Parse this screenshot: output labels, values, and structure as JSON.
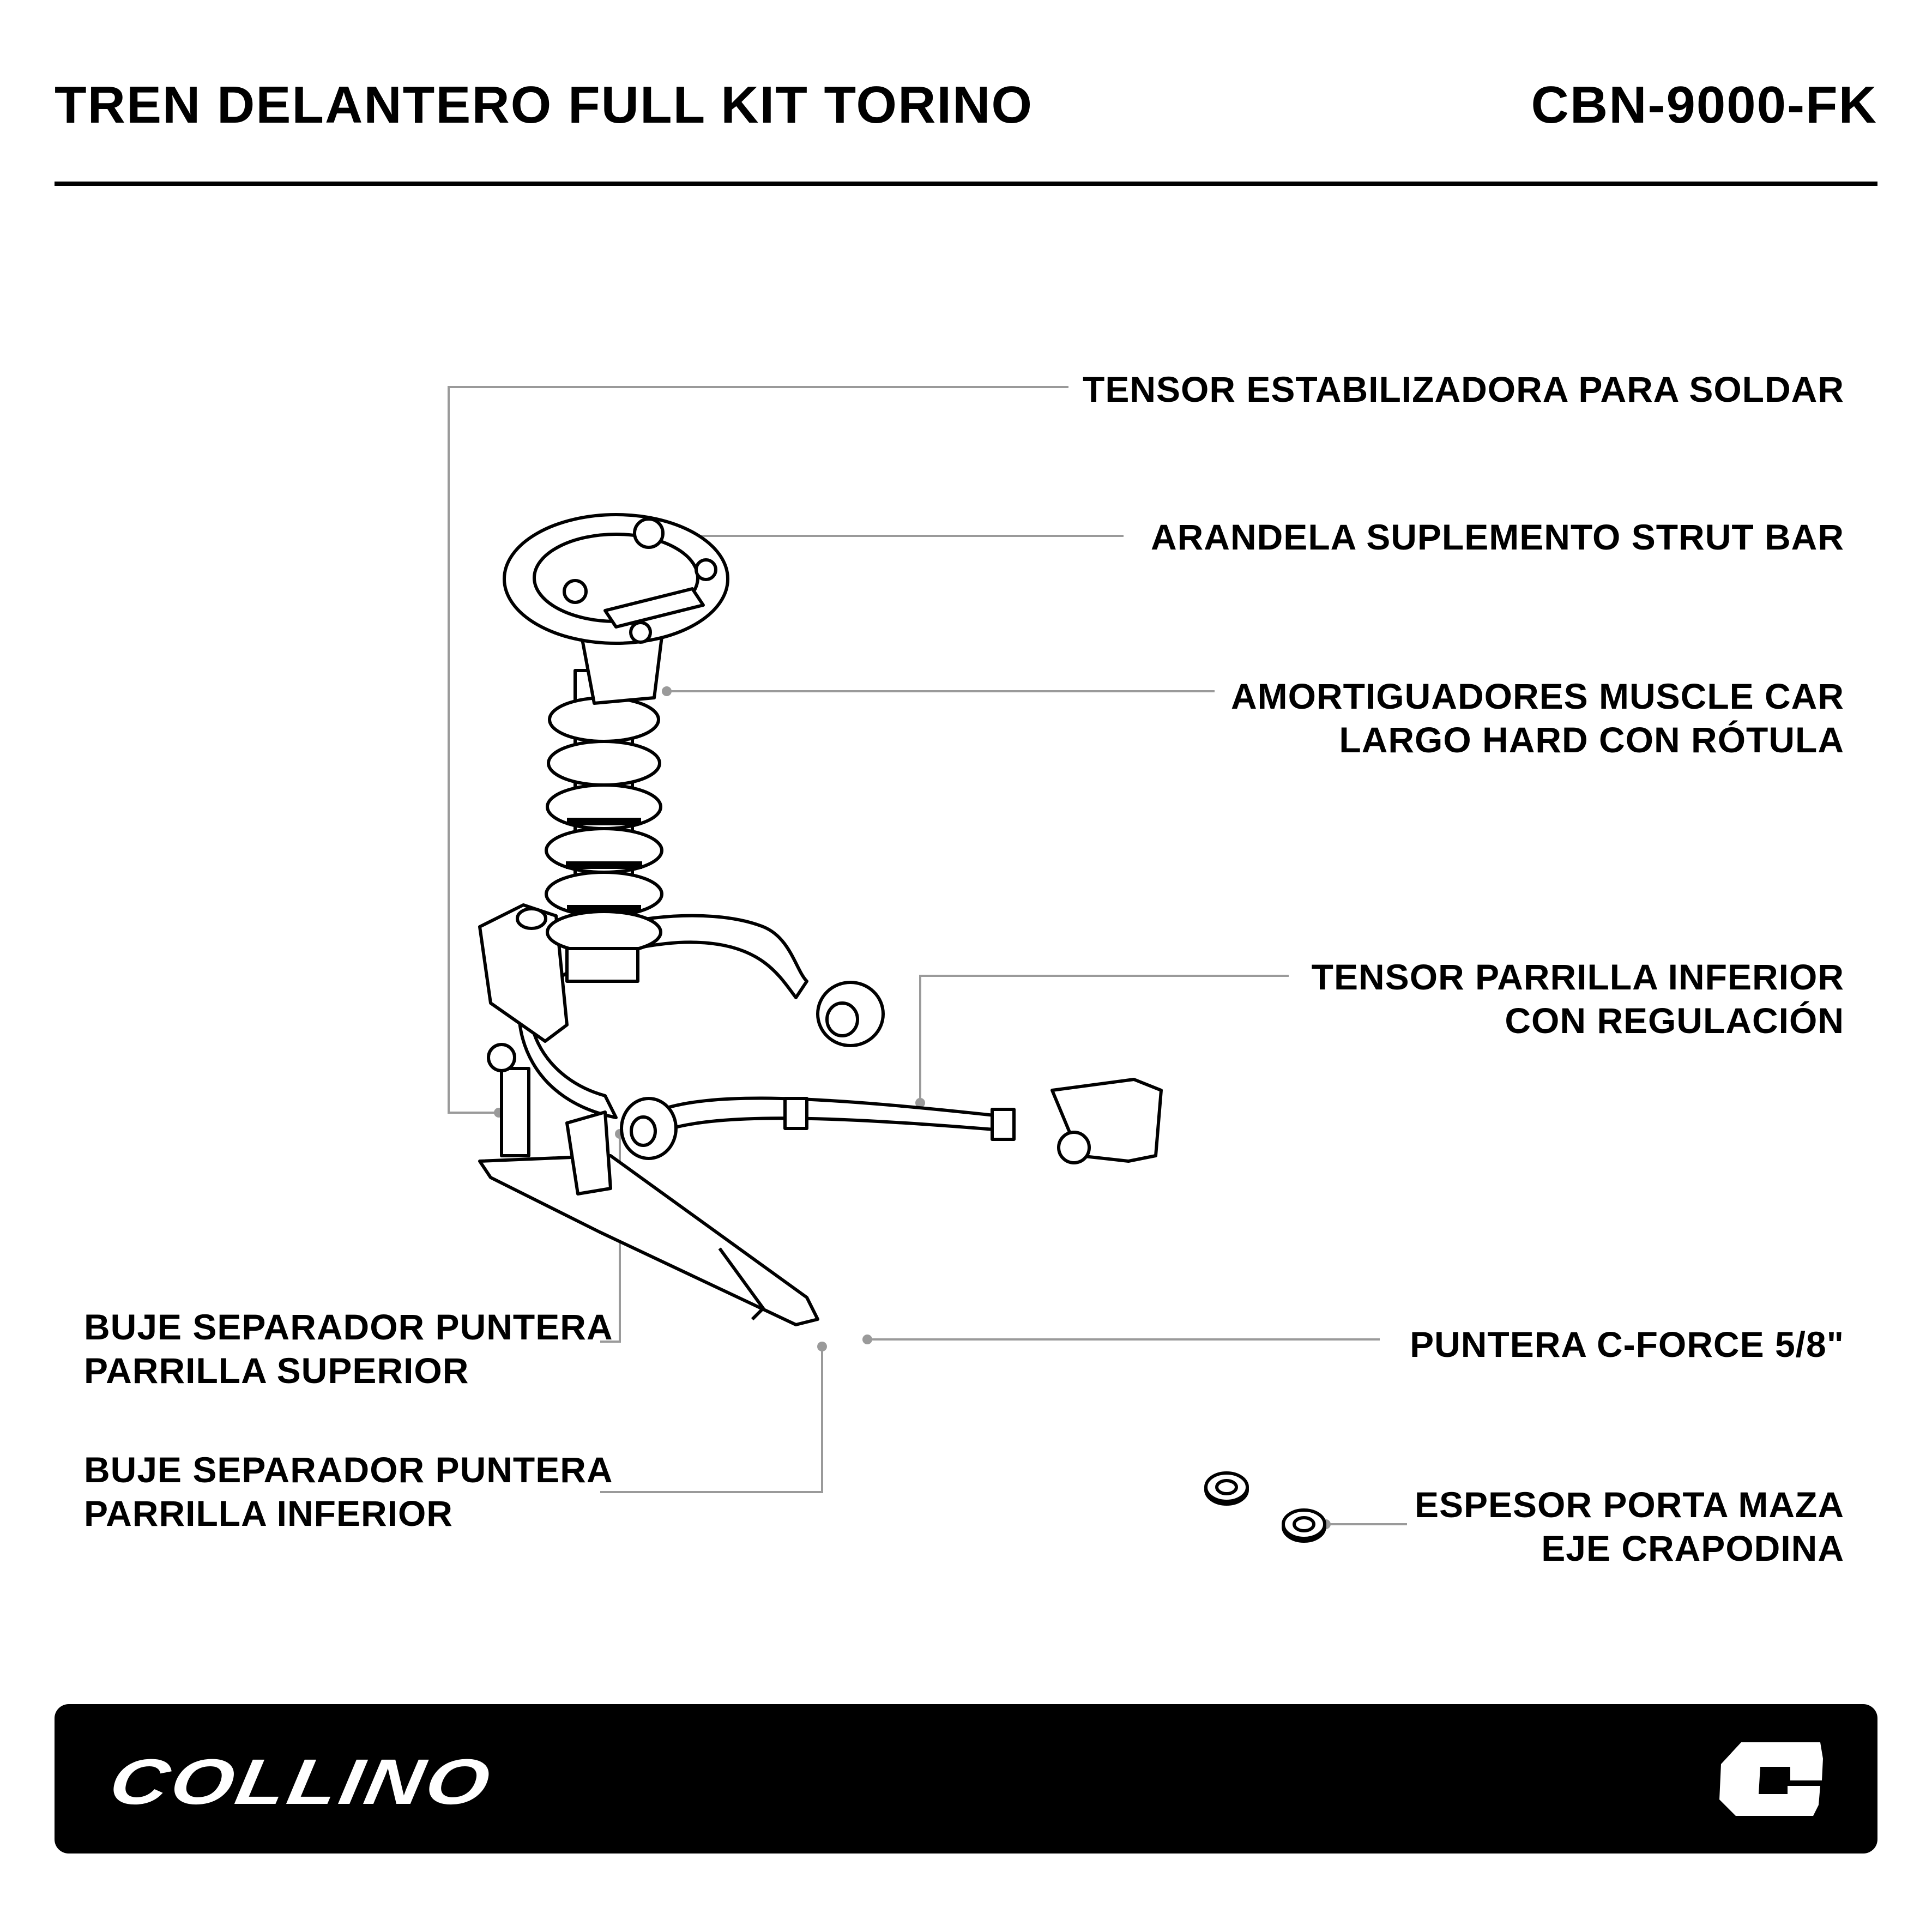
{
  "header": {
    "title": "TREN DELANTERO FULL KIT TORINO",
    "code": "CBN-9000-FK"
  },
  "callouts": {
    "tensor_estabilizadora": "TENSOR ESTABILIZADORA PARA SOLDAR",
    "arandela": "ARANDELA SUPLEMENTO STRUT BAR",
    "amortiguadores": [
      "AMORTIGUADORES MUSCLE CAR",
      "LARGO HARD CON RÓTULA"
    ],
    "tensor_parrilla": [
      "TENSOR PARRILLA INFERIOR",
      "CON REGULACIÓN"
    ],
    "puntera": "PUNTERA C-FORCE 5/8\"",
    "espesor": [
      "ESPESOR PORTA MAZA",
      "EJE CRAPODINA"
    ],
    "buje_superior": [
      "BUJE SEPARADOR PUNTERA",
      "PARRILLA SUPERIOR"
    ],
    "buje_inferior": [
      "BUJE SEPARADOR PUNTERA",
      "PARRILLA INFERIOR"
    ]
  },
  "footer": {
    "brand": "COLLINO",
    "logo_letter": "C"
  },
  "colors": {
    "leader": "#9a9a9a",
    "ink": "#000000",
    "footer_bg": "#000000"
  }
}
